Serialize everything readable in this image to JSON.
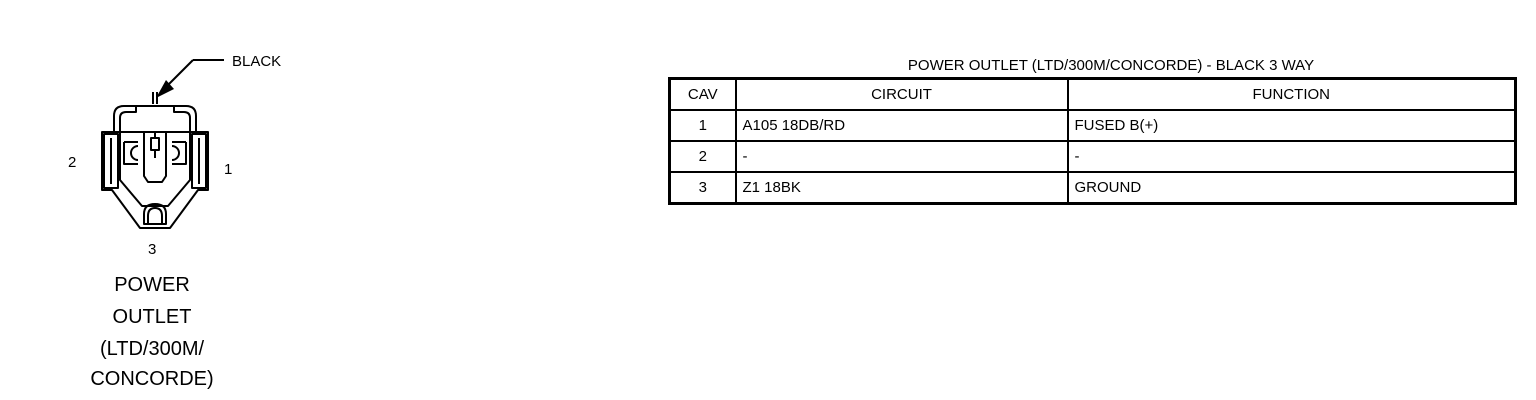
{
  "figure": {
    "color_label": "BLACK",
    "pin_labels": [
      "1",
      "2",
      "3"
    ],
    "caption_lines": [
      "POWER",
      "OUTLET",
      "(LTD/300M/",
      "CONCORDE)"
    ]
  },
  "table": {
    "title": "POWER OUTLET (LTD/300M/CONCORDE) - BLACK 3 WAY",
    "headers": [
      "CAV",
      "CIRCUIT",
      "FUNCTION"
    ],
    "rows": [
      {
        "cav": "1",
        "circuit": "A105 18DB/RD",
        "function": "FUSED B(+)"
      },
      {
        "cav": "2",
        "circuit": "-",
        "function": "-"
      },
      {
        "cav": "3",
        "circuit": "Z1 18BK",
        "function": "GROUND"
      }
    ]
  }
}
